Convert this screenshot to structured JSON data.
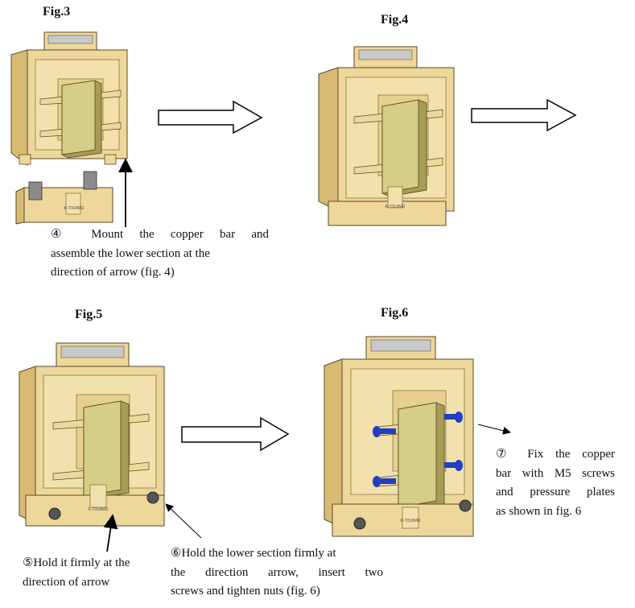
{
  "figures": {
    "fig3": "Fig.3",
    "fig4": "Fig.4",
    "fig5": "Fig.5",
    "fig6": "Fig.6"
  },
  "product_marking": "K-TOUWEI",
  "steps": {
    "step4": [
      "④ Mount the copper bar and",
      "assemble the lower section at the",
      "direction of arrow (fig. 4)"
    ],
    "step5": [
      "⑤Hold it firmly at the",
      "direction of arrow"
    ],
    "step6": [
      "⑥Hold the lower section firmly at",
      "the direction arrow, insert two",
      "screws and tighten nuts (fig. 6)"
    ],
    "step7": [
      "⑦ Fix the copper",
      "bar with M5 screws",
      "and pressure plates",
      "as shown in fig. 6"
    ]
  },
  "colors": {
    "housing": "#eed79a",
    "housing_side": "#d8bb73",
    "housing_front": "#f3e1ad",
    "outline": "#5a4a2a",
    "copper_bar": "#d6cd86",
    "copper_side": "#a89c55",
    "screw_blue": "#1f3fc8",
    "foot": "#555555"
  }
}
